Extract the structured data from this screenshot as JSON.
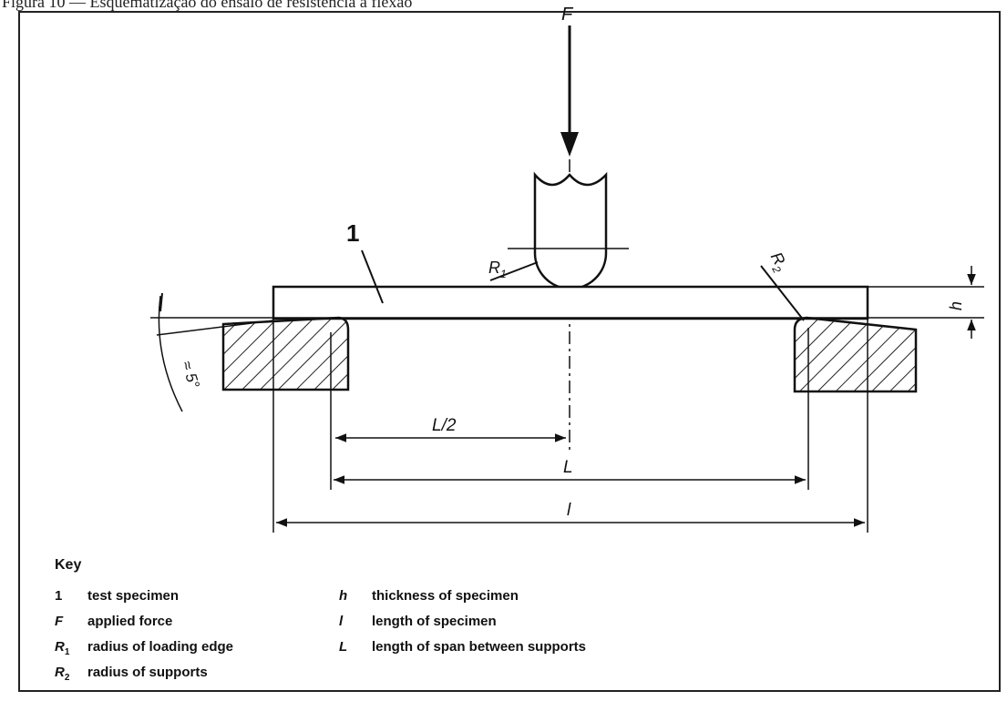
{
  "caption": "Figura 10 — Esquematização do ensaio de resistência à flexão",
  "diagram": {
    "labels": {
      "force": "F",
      "specimen_number": "1",
      "loading_radius": "R",
      "loading_radius_sub": "1",
      "support_radius": "R",
      "support_radius_sub": "2",
      "thickness": "h",
      "half_span": "L/2",
      "span": "L",
      "length": "l",
      "angle": "≈ 5°"
    }
  },
  "key": {
    "title": "Key",
    "left": [
      {
        "sym": "1",
        "sub": "",
        "text": "test specimen"
      },
      {
        "sym": "F",
        "sub": "",
        "text": "applied force"
      },
      {
        "sym": "R",
        "sub": "1",
        "text": "radius of loading edge"
      },
      {
        "sym": "R",
        "sub": "2",
        "text": "radius of supports"
      }
    ],
    "right": [
      {
        "sym": "h",
        "sub": "",
        "text": "thickness of specimen"
      },
      {
        "sym": "l",
        "sub": "",
        "text": "length of specimen"
      },
      {
        "sym": "L",
        "sub": "",
        "text": "length of span between supports"
      }
    ]
  }
}
